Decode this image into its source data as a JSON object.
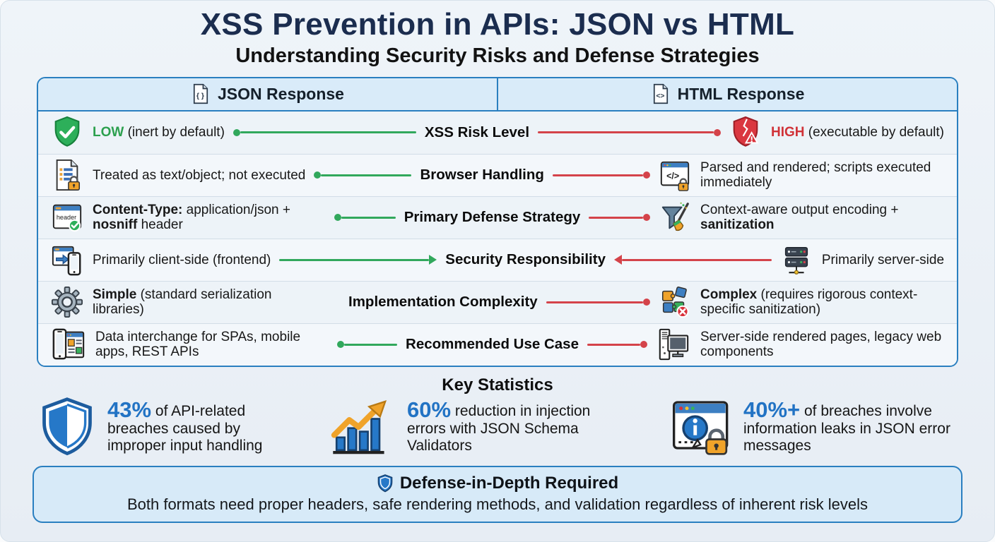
{
  "page": {
    "title": "XSS Prevention in APIs: JSON vs HTML",
    "subtitle": "Understanding Security Risks and Defense Strategies"
  },
  "colors": {
    "title_navy": "#1b2d4f",
    "table_border_blue": "#2a7fc0",
    "connector_green": "#31a85c",
    "connector_red": "#d4434a",
    "stat_value_blue": "#2273c4",
    "low_green": "#2ca04e",
    "high_red": "#d03238"
  },
  "comparison": {
    "columns": [
      {
        "label": "JSON Response",
        "icon": "json-file-icon"
      },
      {
        "label": "HTML Response",
        "icon": "html-file-icon"
      }
    ],
    "rows": [
      {
        "label": "XSS Risk Level",
        "left_connector": "green-dot-line",
        "right_connector": "red-line-dot",
        "left": {
          "icon": "shield-check-icon",
          "strong1": "LOW",
          "accent": "#2ca04e",
          "mid": " (inert by default)"
        },
        "right": {
          "icon": "shield-broken-warning-icon",
          "strong1": "HIGH",
          "accent": "#d03238",
          "mid": " (executable by default)"
        }
      },
      {
        "label": "Browser Handling",
        "left_connector": "green-dot-line",
        "right_connector": "red-line-dot",
        "left": {
          "icon": "document-lock-icon",
          "mid": "Treated as text/object; not executed"
        },
        "right": {
          "icon": "browser-code-lock-icon",
          "mid": "Parsed and rendered; scripts executed immediately"
        }
      },
      {
        "label": "Primary Defense Strategy",
        "left_connector": "green-dot-line",
        "right_connector": "red-line-dot",
        "left": {
          "icon": "browser-header-check-icon",
          "strong1": "Content-Type:",
          "mid": " application/json + ",
          "strong2": "nosniff",
          "tail": " header"
        },
        "right": {
          "icon": "funnel-broom-icon",
          "mid": "Context-aware output encoding + ",
          "strong2": "sanitization"
        }
      },
      {
        "label": "Security Responsibility",
        "left_connector": "green-arrow-right",
        "right_connector": "red-arrow-left",
        "left": {
          "icon": "browser-to-phone-icon",
          "mid": "Primarily client-side (frontend)"
        },
        "right": {
          "icon": "server-stack-icon",
          "mid": "Primarily server-side"
        }
      },
      {
        "label": "Implementation Complexity",
        "left_connector": "none",
        "right_connector": "red-line-dot",
        "left": {
          "icon": "gear-icon",
          "strong1": "Simple",
          "mid": " (standard serialization libraries)"
        },
        "right": {
          "icon": "puzzle-error-icon",
          "strong1": "Complex",
          "mid": " (requires rigorous context-specific sanitization)"
        }
      },
      {
        "label": "Recommended Use Case",
        "left_connector": "green-dot-line",
        "right_connector": "red-line-dot",
        "left": {
          "icon": "phone-webpage-icon",
          "mid": "Data interchange for SPAs, mobile apps, REST APIs"
        },
        "right": {
          "icon": "desktop-computer-icon",
          "mid": "Server-side rendered pages, legacy web components"
        }
      }
    ]
  },
  "statistics": {
    "title": "Key Statistics",
    "value_color": "#2273c4",
    "items": [
      {
        "icon": "shield-stat-icon",
        "value": "43%",
        "text": "of API-related breaches caused by improper input handling"
      },
      {
        "icon": "growth-chart-icon",
        "value": "60%",
        "text": "reduction in injection errors with JSON Schema Validators"
      },
      {
        "icon": "browser-info-lock-icon",
        "value": "40%+",
        "text": "of breaches involve information leaks in JSON error messages"
      }
    ]
  },
  "footer": {
    "icon": "shield-small-icon",
    "title": "Defense-in-Depth Required",
    "text": "Both formats need proper headers, safe rendering methods, and validation regardless of inherent risk levels"
  }
}
